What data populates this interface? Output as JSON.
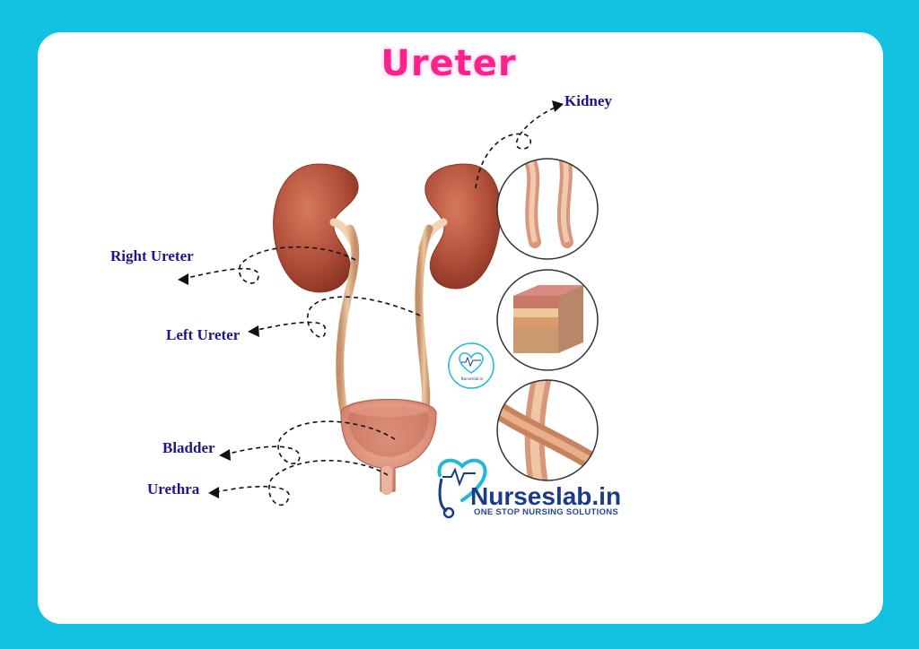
{
  "title": "Ureter",
  "labels": {
    "kidney": "Kidney",
    "right_ureter": "Right Ureter",
    "left_ureter": "Left Ureter",
    "bladder": "Bladder",
    "urethra": "Urethra"
  },
  "watermark": {
    "brand": "Nurseslab.in",
    "tagline": "ONE STOP NURSING SOLUTIONS",
    "mini_caption": "Nurseslab.in"
  },
  "icons": [
    "heart-stethoscope-logo-icon"
  ],
  "colors": {
    "background": "#12c0e0",
    "title": "#ff1f8e",
    "label": "#1c1590",
    "kidney": "#b2503a",
    "ureter": "#ddb088",
    "brand_cyan": "#20b8d8"
  }
}
